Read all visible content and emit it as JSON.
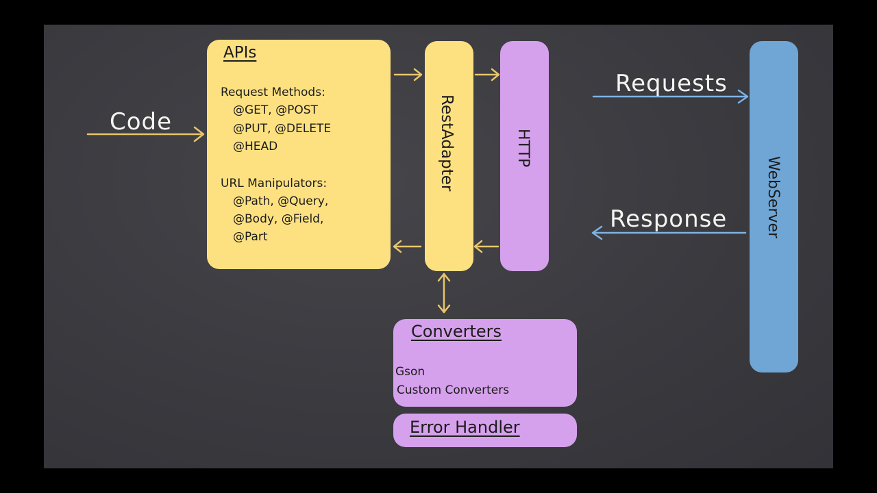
{
  "colors": {
    "background": "#3a3a3f",
    "frame": "#000000",
    "yellow_box": "#fde181",
    "purple_box": "#d6a1ec",
    "blue_box": "#6fa6d6",
    "yellow_arrow": "#e9c66a",
    "blue_arrow": "#7fb3e3",
    "chalk_text": "#f4f4f0"
  },
  "labels": {
    "code": "Code",
    "requests": "Requests",
    "response": "Response"
  },
  "apis": {
    "title": "APIs",
    "request_methods_heading": "Request Methods:",
    "request_methods": [
      "@GET, @POST",
      "@PUT, @DELETE",
      "@HEAD"
    ],
    "url_manipulators_heading": "URL Manipulators:",
    "url_manipulators": [
      "@Path, @Query,",
      "@Body, @Field,",
      "@Part"
    ]
  },
  "rest_adapter": {
    "label": "RestAdapter"
  },
  "http": {
    "label": "HTTP"
  },
  "webserver": {
    "label": "WebServer"
  },
  "converters": {
    "title": "Converters",
    "items": [
      "Gson",
      "Custom Converters"
    ]
  },
  "error_handler": {
    "title": "Error Handler"
  }
}
